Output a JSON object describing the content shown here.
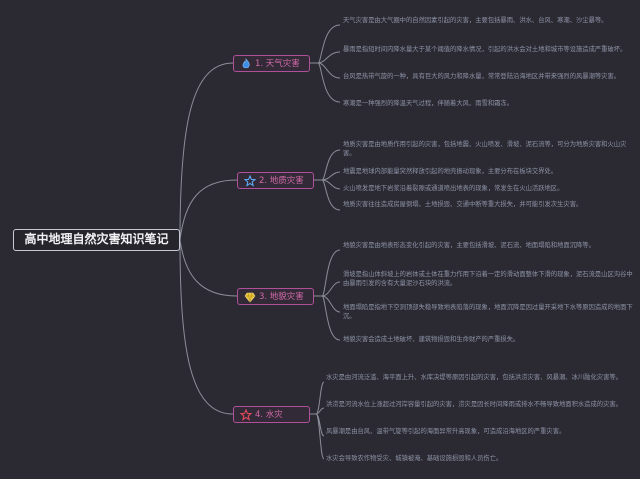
{
  "root": {
    "title": "高中地理自然灾害知识笔记"
  },
  "branches": [
    {
      "label": "1. 天气灾害",
      "icon": "fire-icon",
      "leaves": [
        "天气灾害是由大气圈中的自然因素引起的灾害，主要包括暴雨、洪水、台风、寒潮、沙尘暴等。",
        "暴雨是指短时间内降水量大于某个阈值的降水情况，引起的洪水会对土地和城市等设施造成严重破坏。",
        "台风是热带气旋的一种，具有巨大的风力和降水量，常常登陆沿海地区并带来强烈的风暴潮等灾害。",
        "寒潮是一种强烈的降温天气过程，伴随着大风、雨雪和霜冻。"
      ]
    },
    {
      "label": "2. 地质灾害",
      "icon": "star-icon",
      "leaves": [
        "地质灾害是由地质作用引起的灾害，包括地震、火山喷发、滑坡、泥石流等，可分为地质灾害和火山灾害。",
        "地震是地球内部能量突然释放引起的地壳振动现象，主要分布在板块交界处。",
        "火山喷发是地下岩浆沿着裂隙或通道喷出地表的现象，常发生在火山活跃地区。",
        "地质灾害往往造成房屋倒塌、土地损毁、交通中断等重大损失，并可能引发次生灾害。"
      ]
    },
    {
      "label": "3. 地貌灾害",
      "icon": "gem-icon",
      "leaves": [
        "地貌灾害是由地表形态变化引起的灾害，主要包括滑坡、泥石流、地面塌陷和地面沉降等。",
        "滑坡是指山体斜坡上的岩体或土体在重力作用下沿着一定的滑动面整体下滑的现象，泥石流是山区沟谷中由暴雨引发的含有大量泥沙石块的洪流。",
        "地面塌陷是指地下空洞顶部失稳导致地表陷落的现象，地面沉降是因过量开采地下水等原因造成的地面下沉。",
        "地貌灾害会造成土地破坏、建筑物损毁和生命财产的严重损失。"
      ]
    },
    {
      "label": "4. 水灾",
      "icon": "star-icon",
      "leaves": [
        "水灾是由河流泛滥、海平面上升、水库决堤等原因引起的灾害，包括洪涝灾害、风暴潮、冰川融化灾害等。",
        "洪涝是河流水位上涨超过河岸容量引起的灾害，涝灾是因长时间降雨或排水不畅导致地面积水造成的灾害。",
        "风暴潮是由台风、温带气旋等引起的海面异常升高现象，可造成沿海地区的严重灾害。",
        "水灾会导致农作物受灾、城镇被淹、基础设施损毁和人员伤亡。"
      ]
    }
  ]
}
